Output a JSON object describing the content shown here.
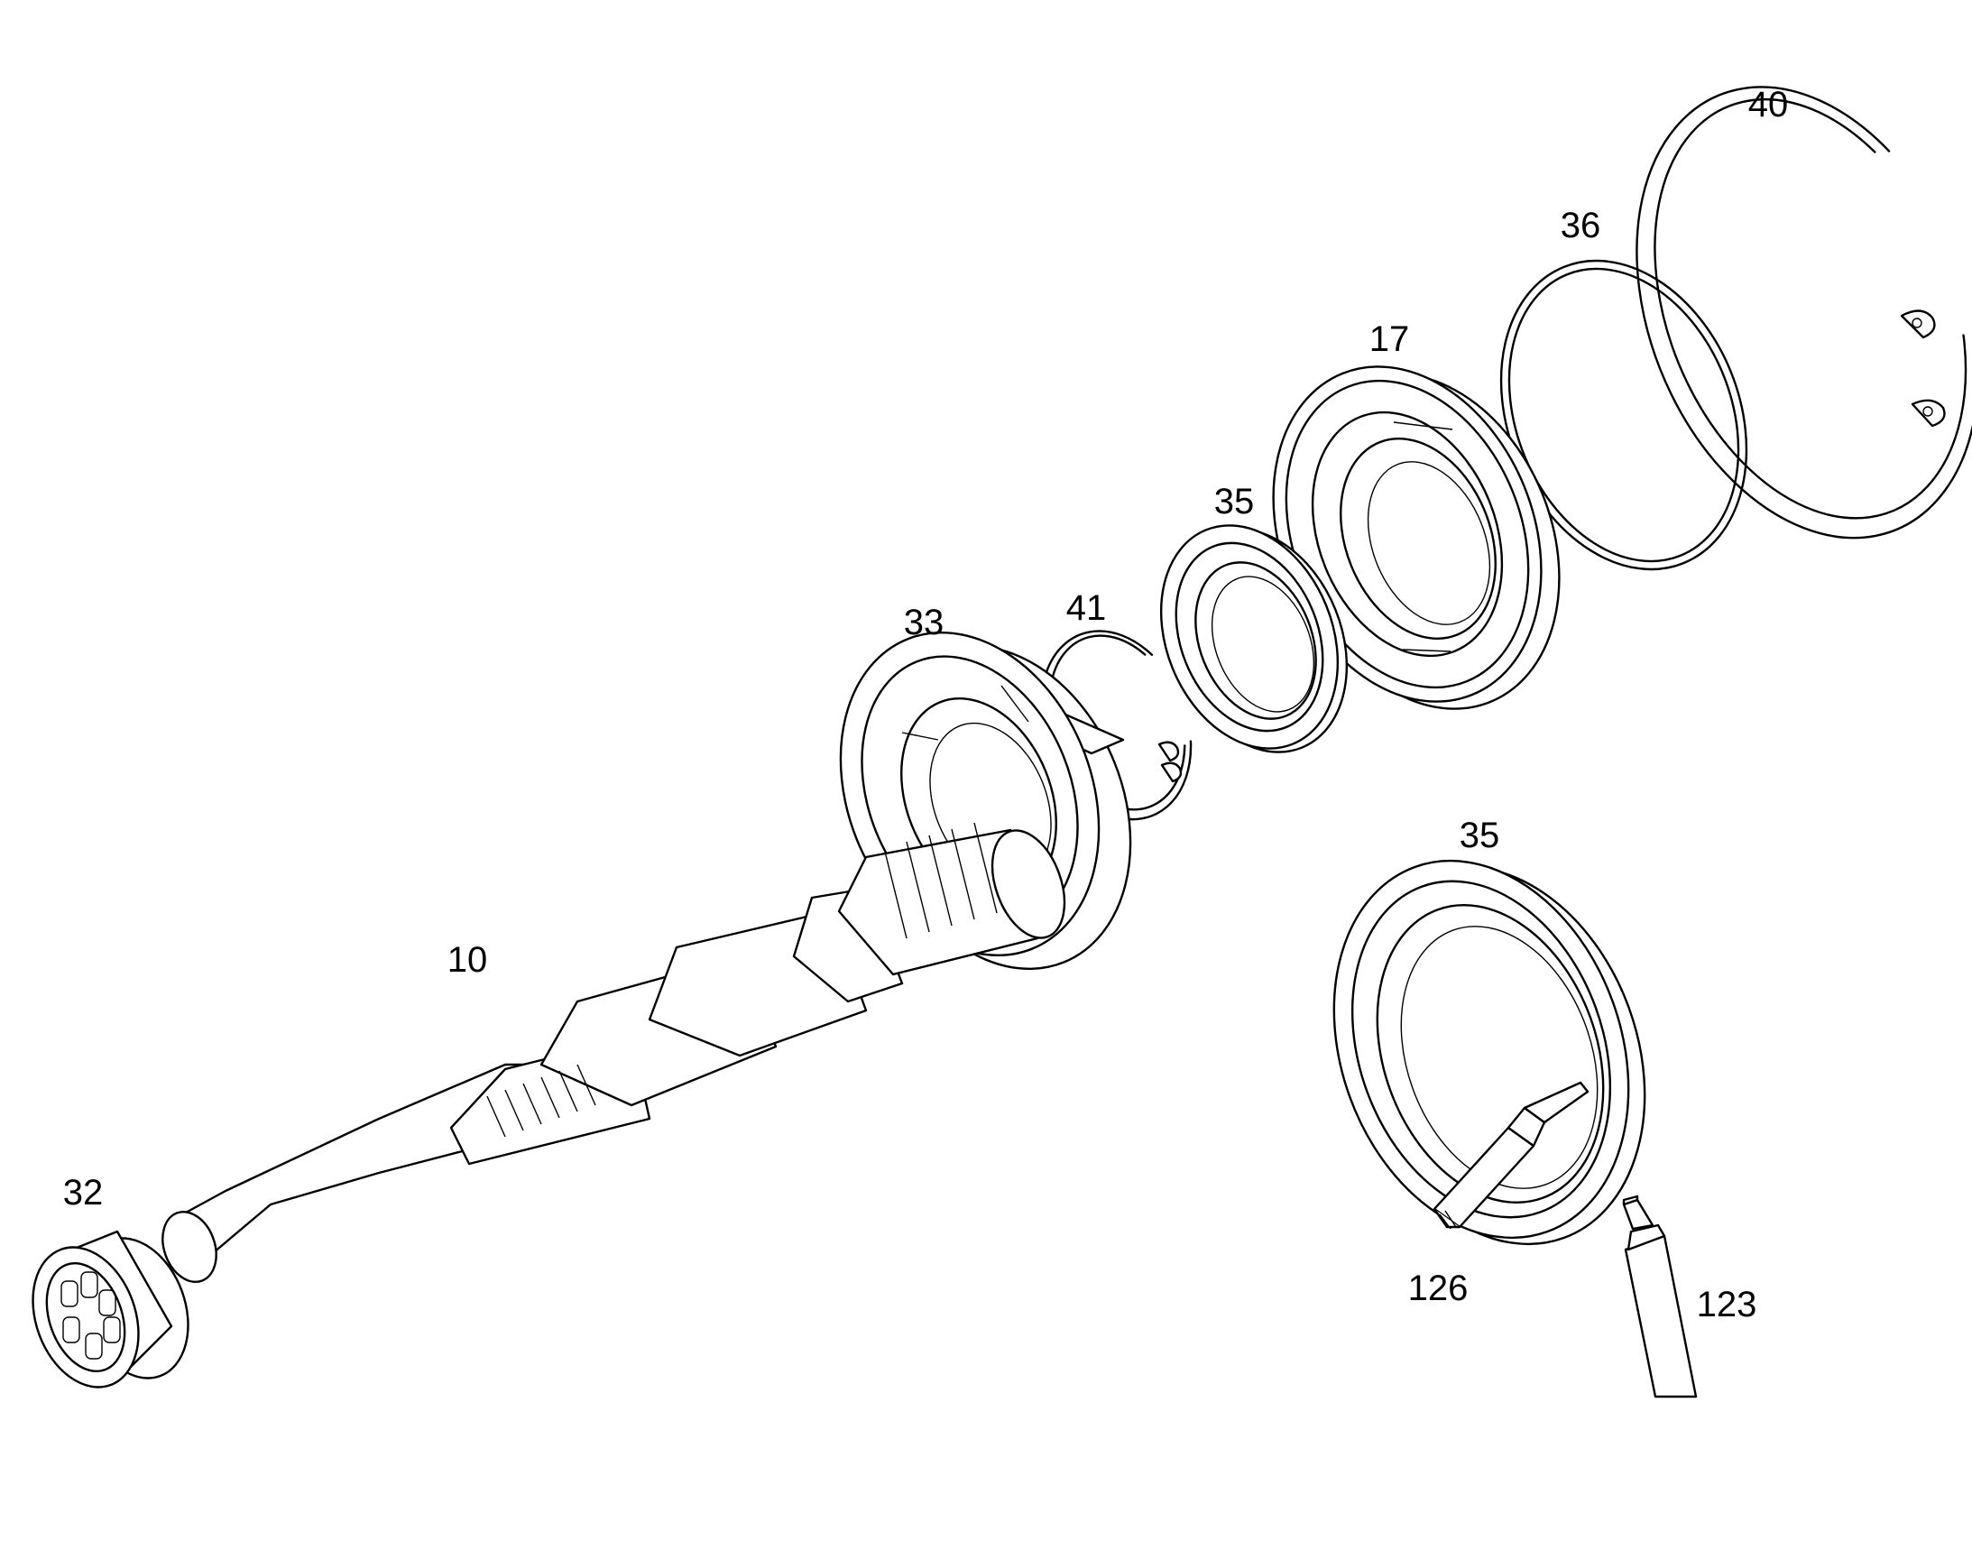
{
  "callouts": {
    "p40": "40",
    "p36": "36",
    "p17": "17",
    "p35_small": "35",
    "p33": "33",
    "p41": "41",
    "p35_large": "35",
    "p10": "10",
    "p32": "32",
    "p126": "126",
    "p123": "123"
  },
  "colors": {
    "line": "#000000",
    "background": "#ffffff"
  }
}
